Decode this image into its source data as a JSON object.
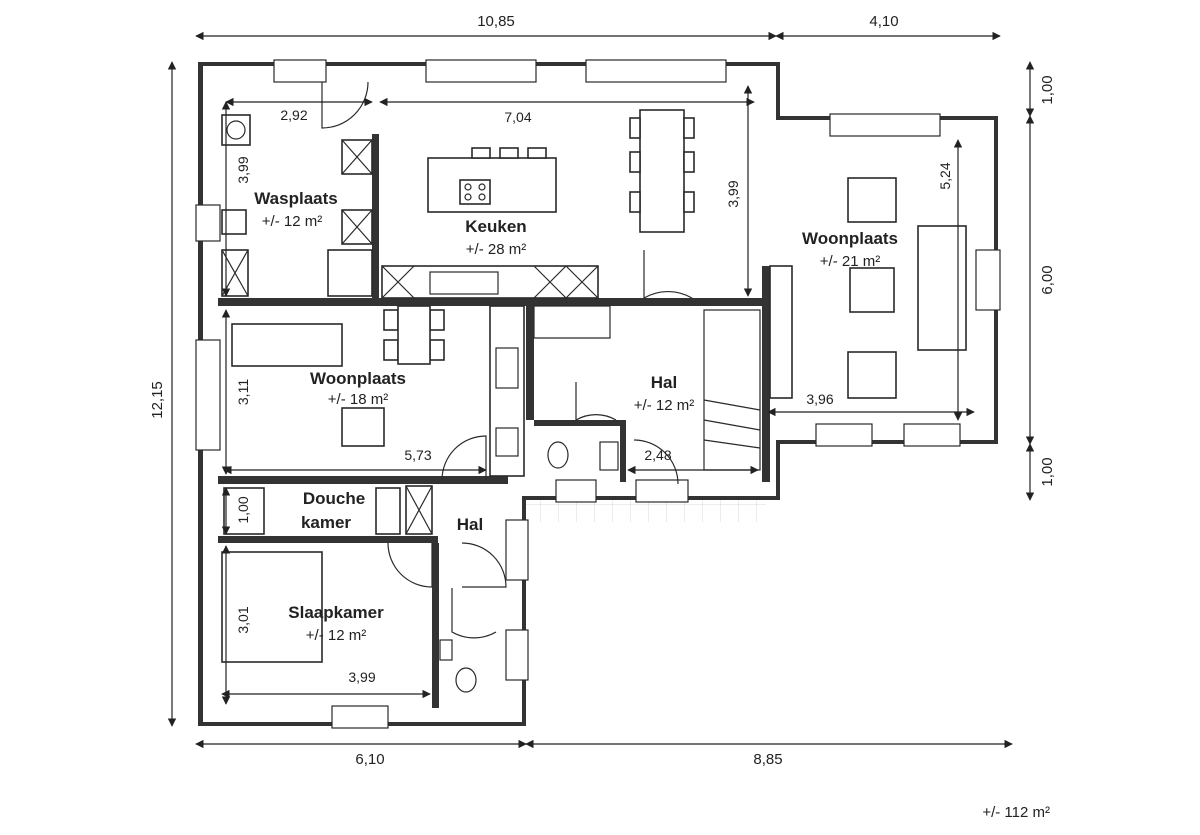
{
  "rooms": {
    "wasplaats": {
      "name": "Wasplaats",
      "area": "+/- 12 m²"
    },
    "keuken": {
      "name": "Keuken",
      "area": "+/- 28 m²"
    },
    "woonplaats_right": {
      "name": "Woonplaats",
      "area": "+/- 21 m²"
    },
    "woonplaats_left": {
      "name": "Woonplaats",
      "area": "+/- 18 m²"
    },
    "hal_main": {
      "name": "Hal",
      "area": "+/- 12 m²"
    },
    "douchekamer": {
      "name_line1": "Douche",
      "name_line2": "kamer"
    },
    "hal_small": {
      "name": "Hal"
    },
    "slaapkamer": {
      "name": "Slaapkamer",
      "area": "+/- 12 m²"
    }
  },
  "exterior_dimensions": {
    "top_left": "10,85",
    "top_right": "4,10",
    "bottom_left": "6,10",
    "bottom_right": "8,85",
    "left": "12,15",
    "right_top": "1,00",
    "right_middle": "6,00",
    "right_bottom": "1,00"
  },
  "interior_dimensions": {
    "wasplaats_width": "2,92",
    "keuken_width": "7,04",
    "wasplaats_depth": "3,99",
    "keuken_depth": "3,99",
    "woonplaats_right_depth": "5,24",
    "woonplaats_right_width": "3,96",
    "woonplaats_left_depth": "3,11",
    "woonplaats_left_width": "5,73",
    "hal_width": "2,48",
    "douche_depth": "1,00",
    "slaapkamer_depth": "3,01",
    "slaapkamer_width": "3,99"
  },
  "total_area": "+/- 112 m²"
}
